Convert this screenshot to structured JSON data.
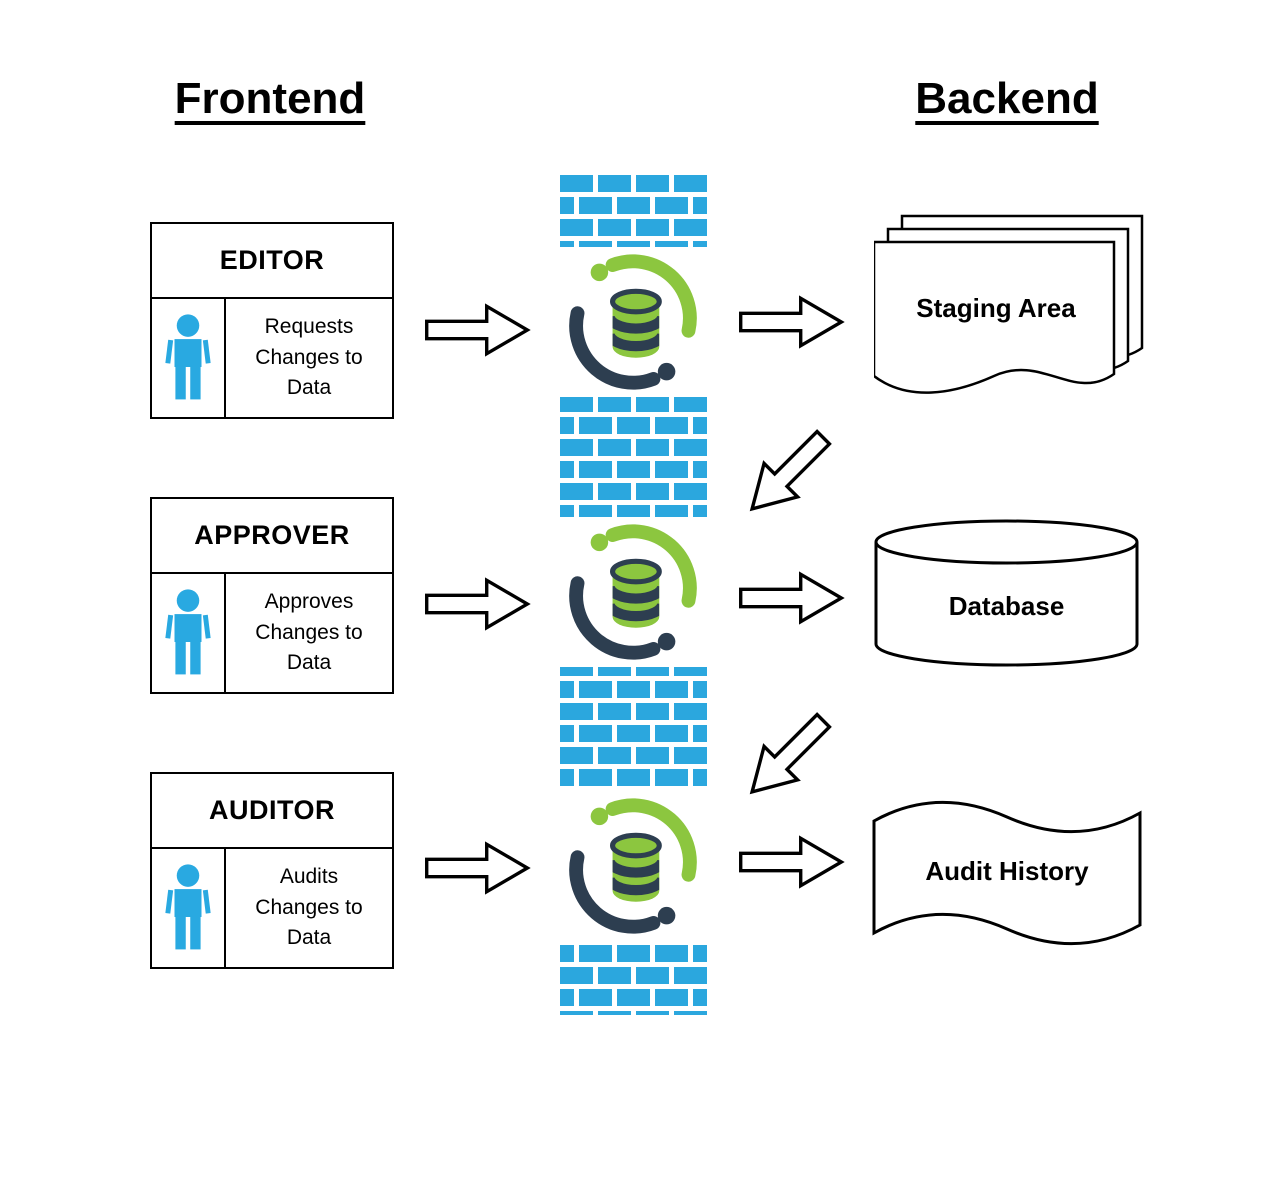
{
  "titles": {
    "frontend": "Frontend",
    "backend": "Backend"
  },
  "roles": [
    {
      "name": "EDITOR",
      "description": "Requests Changes to Data",
      "icon": "person-icon"
    },
    {
      "name": "APPROVER",
      "description": "Approves Changes to Data",
      "icon": "person-icon"
    },
    {
      "name": "AUDITOR",
      "description": "Audits Changes to Data",
      "icon": "person-icon"
    }
  ],
  "firewall": {
    "icon": "brick-wall",
    "sync_icon": "database-sync-icon",
    "sync_icon_count": 3
  },
  "backend": [
    {
      "label": "Staging Area",
      "shape": "document-stack"
    },
    {
      "label": "Database",
      "shape": "cylinder"
    },
    {
      "label": "Audit History",
      "shape": "wave-document"
    }
  ],
  "colors": {
    "brick_blue": "#2BA7DE",
    "person_blue": "#29A9E1",
    "sync_green": "#8CC63F",
    "sync_dark": "#2D3E50",
    "shape_outline": "#000000",
    "background": "#FFFFFF"
  }
}
